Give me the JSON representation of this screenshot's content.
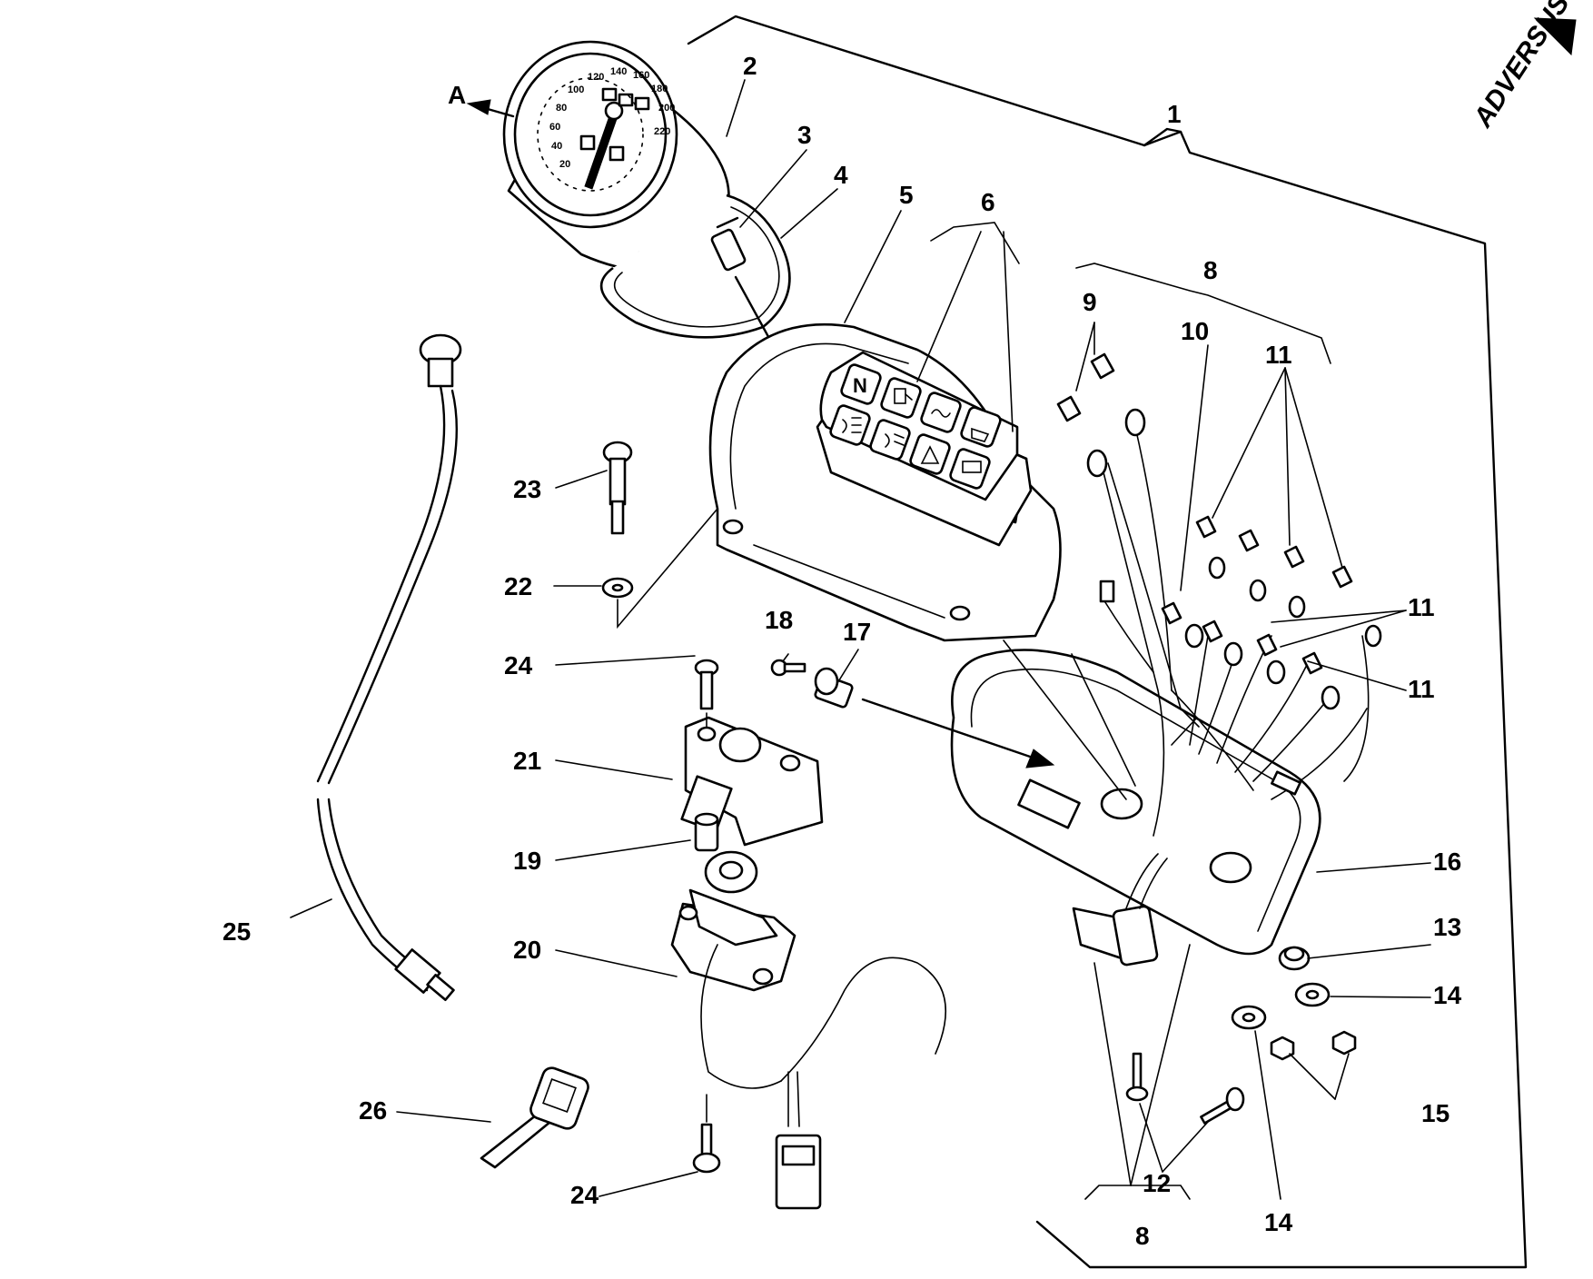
{
  "brand": {
    "logo_text": "ADVERSUS"
  },
  "direction_label": "A",
  "callouts": {
    "c1": "1",
    "c2": "2",
    "c3": "3",
    "c4": "4",
    "c5": "5",
    "c6": "6",
    "c8a": "8",
    "c8b": "8",
    "c9": "9",
    "c10": "10",
    "c11a": "11",
    "c11b": "11",
    "c11c": "11",
    "c12": "12",
    "c13": "13",
    "c14a": "14",
    "c14b": "14",
    "c15": "15",
    "c16": "16",
    "c17": "17",
    "c18": "18",
    "c19": "19",
    "c20": "20",
    "c21": "21",
    "c22": "22",
    "c23": "23",
    "c24a": "24",
    "c24b": "24",
    "c25": "25",
    "c26": "26"
  },
  "gauge": {
    "dial_numbers": [
      "20",
      "40",
      "60",
      "80",
      "100",
      "120",
      "140",
      "160",
      "180",
      "200",
      "220"
    ]
  },
  "warning_panel": {
    "top_row": [
      "N",
      "fuel-icon",
      "oil-wave-icon",
      "oil-can-icon"
    ],
    "bottom_row": [
      "high-beam-icon",
      "low-beam-icon",
      "hazard-icon",
      "battery-icon"
    ],
    "neutral_label": "N"
  },
  "colors": {
    "ink": "#000000",
    "paper": "#ffffff"
  }
}
